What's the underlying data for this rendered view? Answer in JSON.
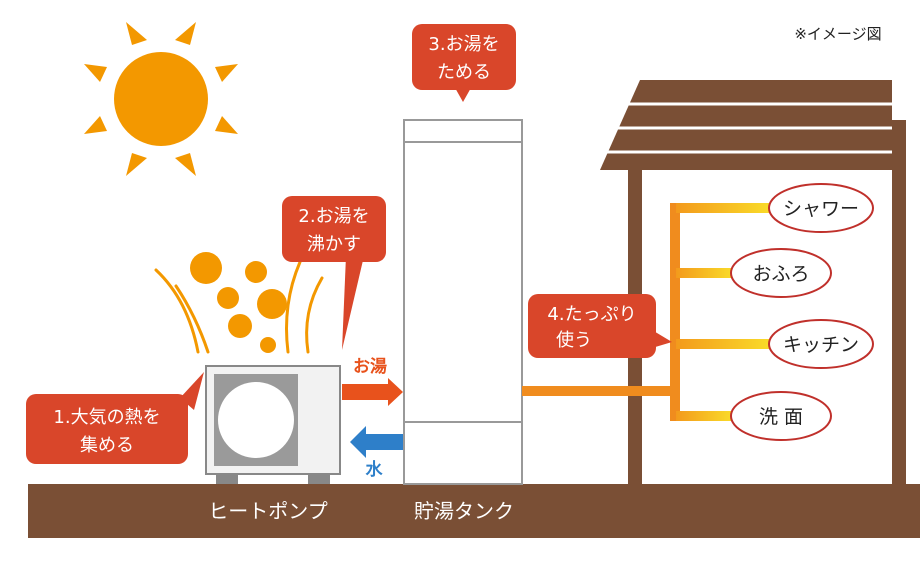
{
  "note": "※イメージ図",
  "steps": {
    "s1": [
      "1.大気の熱を",
      "集める"
    ],
    "s2": [
      "2.お湯を",
      "沸かす"
    ],
    "s3": [
      "3.お湯を",
      "ためる"
    ],
    "s4": [
      "4.たっぷり",
      "使う"
    ]
  },
  "flow": {
    "hot": "お湯",
    "cold": "水"
  },
  "devices": {
    "heat_pump": "ヒートポンプ",
    "tank": "貯湯タンク"
  },
  "outlets": [
    "シャワー",
    "おふろ",
    "キッチン",
    "洗 面"
  ],
  "colors": {
    "callout": "#d9462a",
    "sun": "#f39800",
    "hot_arrow": "#e8521c",
    "cold_arrow": "#2e7fc9",
    "house": "#7a4f35",
    "pipe": "#f08c1e",
    "outlet_border": "#c0302b"
  }
}
